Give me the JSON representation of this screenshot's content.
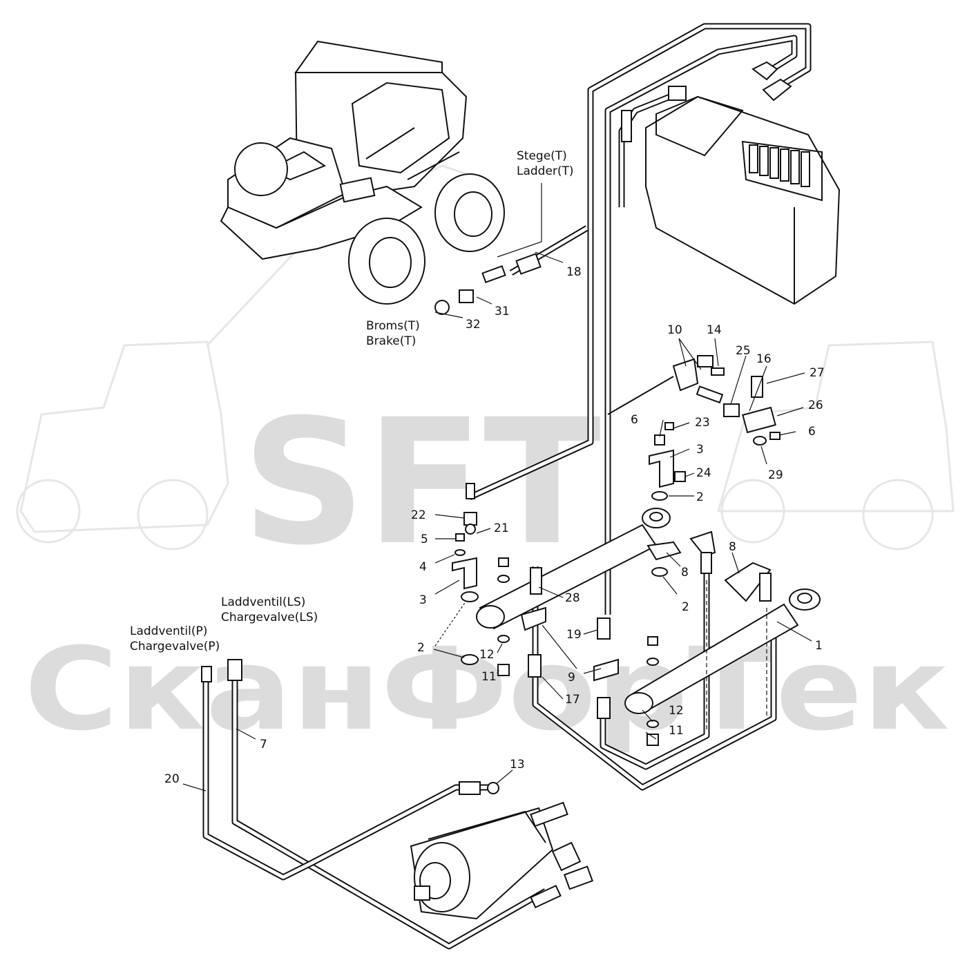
{
  "watermark": {
    "logo": "SFT",
    "brand": "СканФорТек"
  },
  "callouts": {
    "stege_sv": "Stege(T)",
    "ladder_en": "Ladder(T)",
    "broms_sv": "Broms(T)",
    "brake_en": "Brake(T)",
    "laddventil_ls_sv": "Laddventil(LS)",
    "chargevalve_ls_en": "Chargevalve(LS)",
    "laddventil_p_sv": "Laddventil(P)",
    "chargevalve_p_en": "Chargevalve(P)"
  },
  "part_numbers": [
    "1",
    "2",
    "2",
    "2",
    "2",
    "3",
    "3",
    "3",
    "4",
    "5",
    "6",
    "6",
    "7",
    "8",
    "8",
    "9",
    "10",
    "11",
    "11",
    "12",
    "12",
    "13",
    "14",
    "16",
    "17",
    "18",
    "19",
    "20",
    "21",
    "22",
    "23",
    "24",
    "25",
    "26",
    "27",
    "28",
    "29",
    "31",
    "32"
  ]
}
